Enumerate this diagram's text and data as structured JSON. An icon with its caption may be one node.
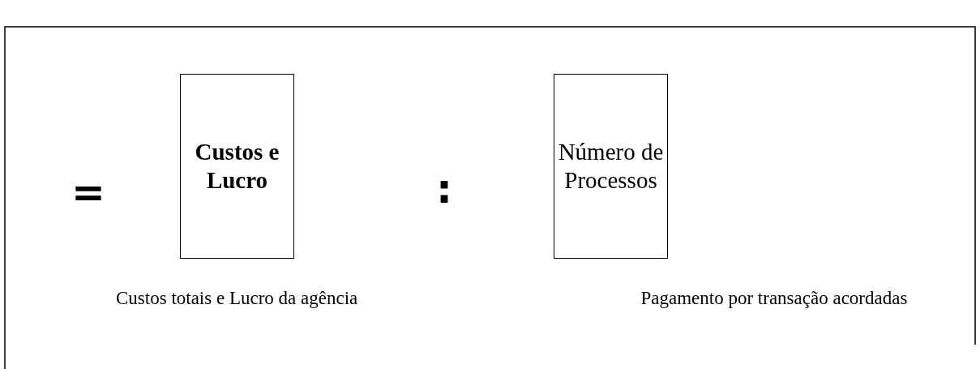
{
  "diagram": {
    "nodes": [
      {
        "text": [
          "Custos e Lucro"
        ],
        "beside": [
          "Custos totais e Lucro da agência"
        ]
      },
      {
        "text": [
          "Número de Processos"
        ],
        "beside": [
          "Pagamento por transação acordadas"
        ]
      }
    ],
    "edges": [],
    "labels": [
      "=",
      ":"
    ]
  }
}
